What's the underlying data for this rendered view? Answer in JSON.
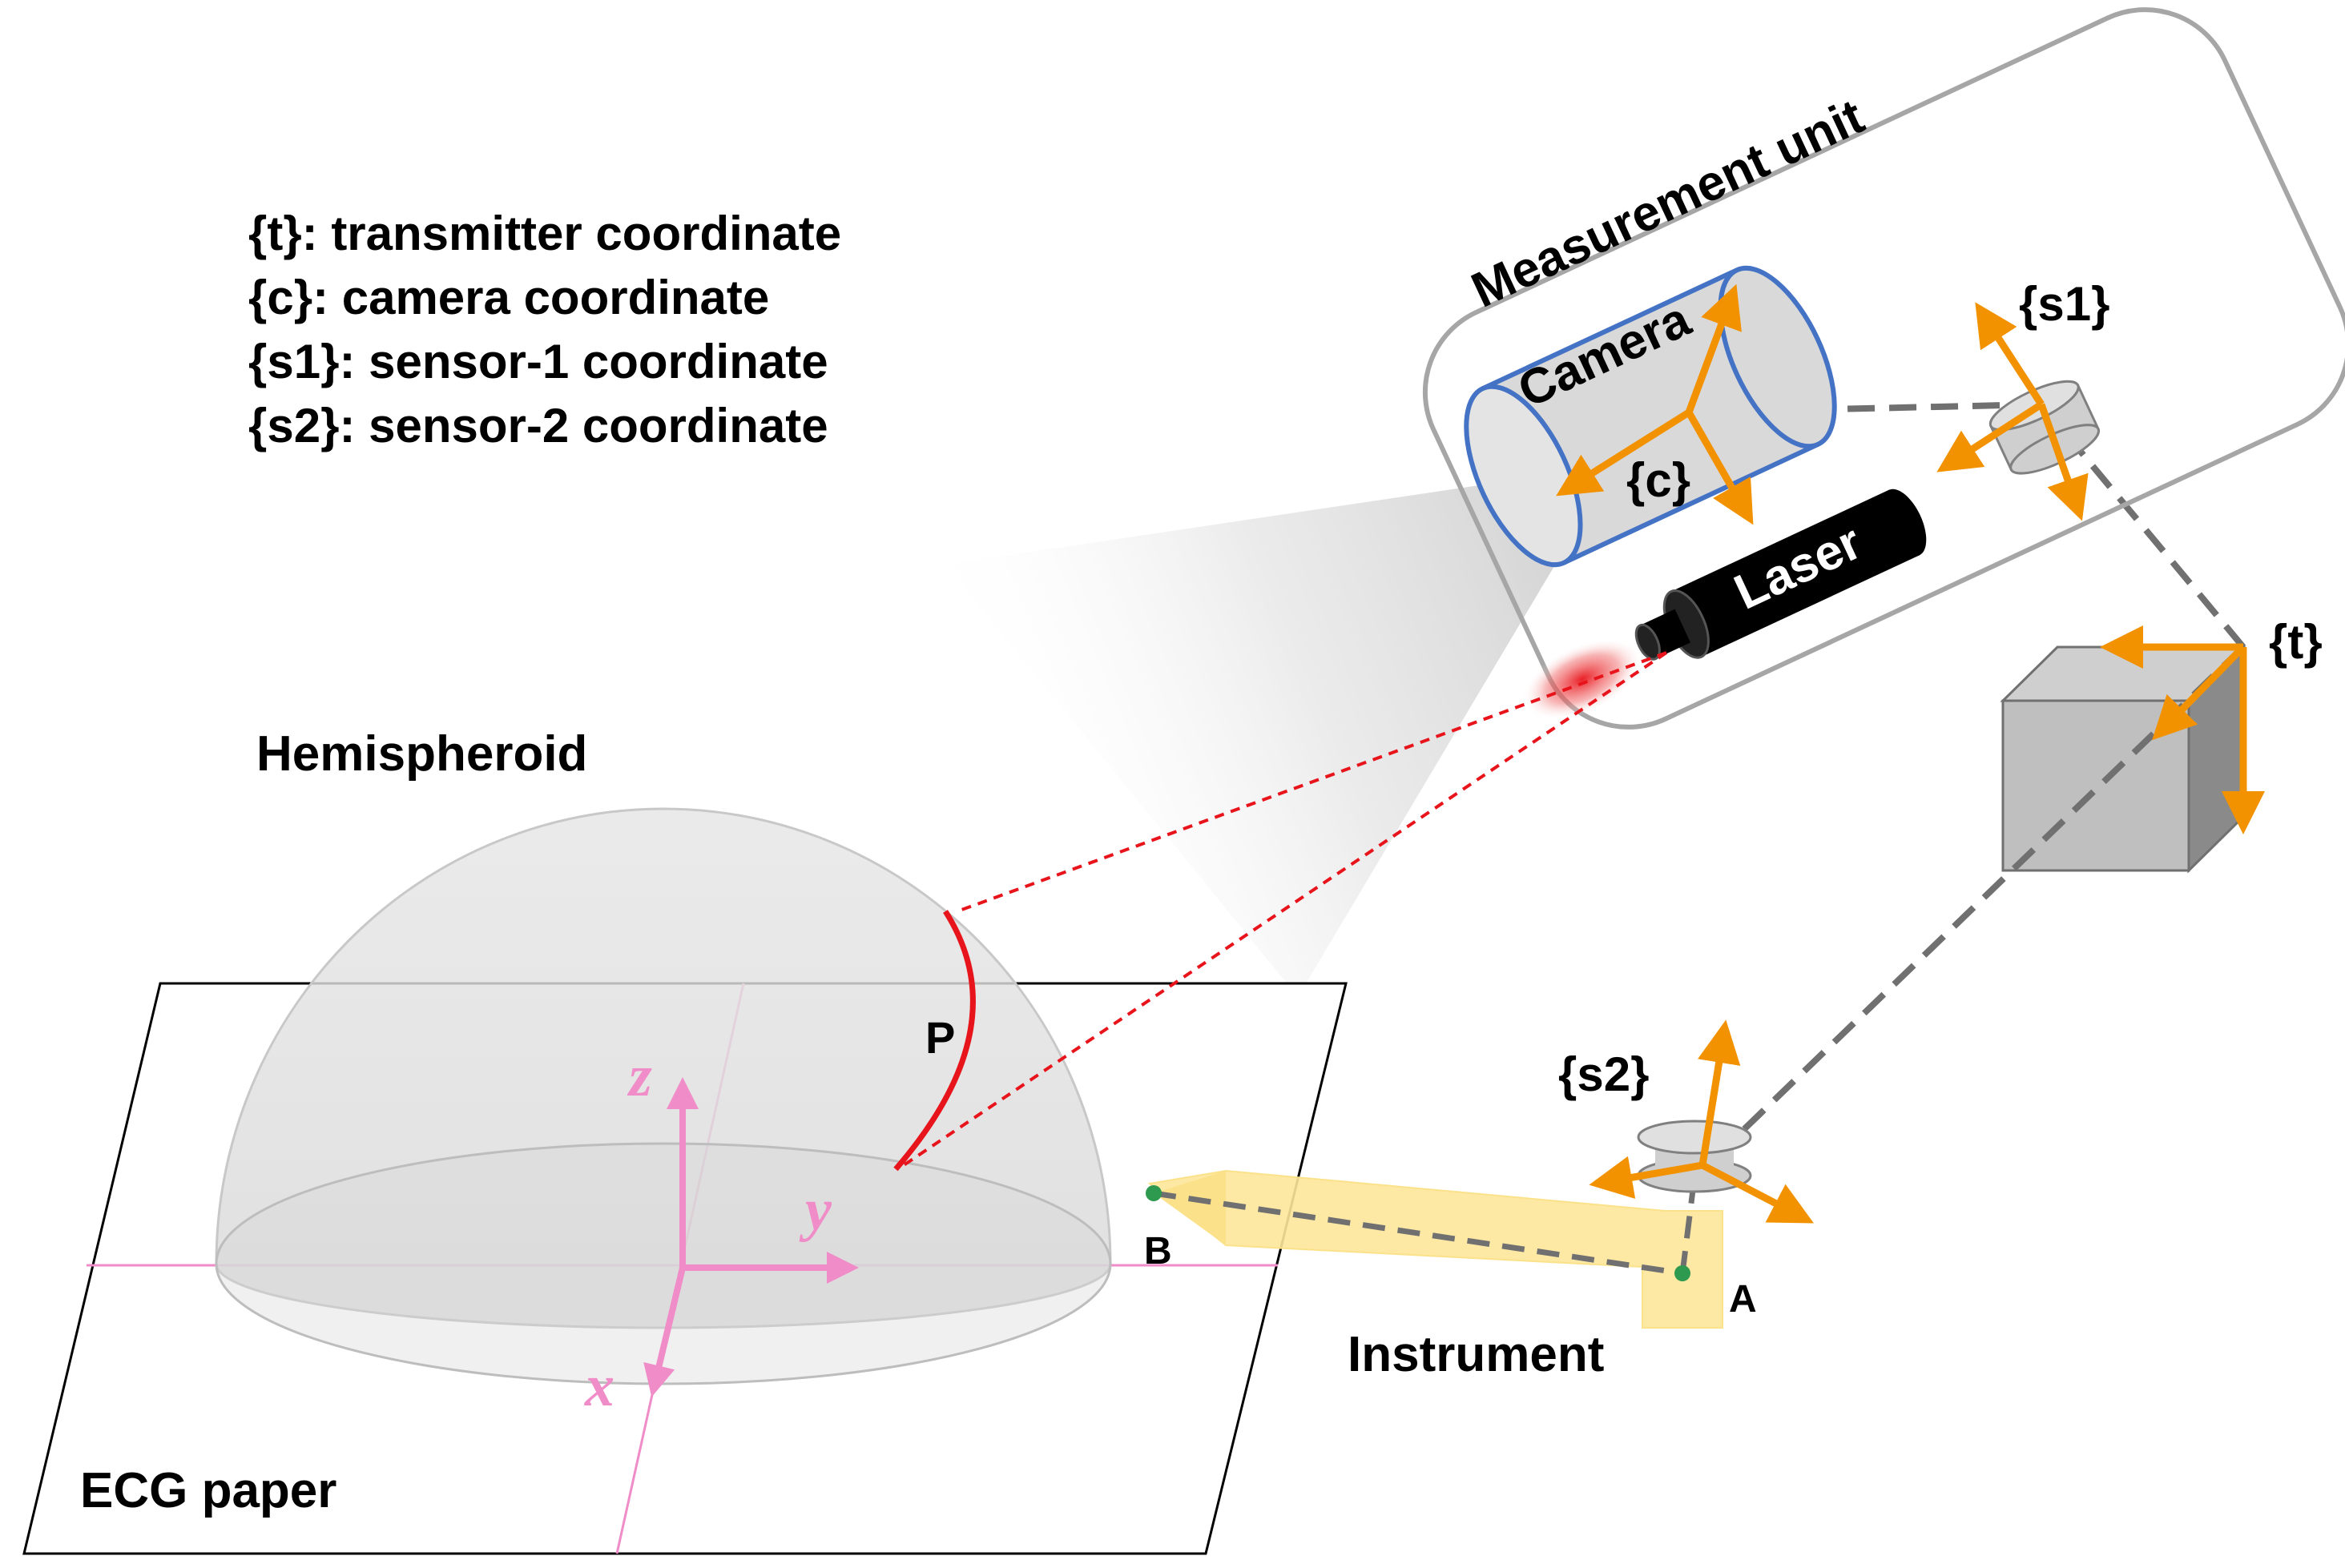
{
  "legend": {
    "items": [
      "{t}: transmitter coordinate",
      "{c}: camera coordinate",
      "{s1}: sensor-1 coordinate",
      "{s2}: sensor-2 coordinate"
    ]
  },
  "labels": {
    "measurement_unit": "Measurement unit",
    "camera": "Camera",
    "camera_frame": "{c}",
    "laser": "Laser",
    "sensor1_frame": "{s1}",
    "sensor2_frame": "{s2}",
    "transmitter_frame": "{t}",
    "hemispheroid": "Hemispheroid",
    "point_p": "P",
    "point_a": "A",
    "point_b": "B",
    "instrument": "Instrument",
    "ecg_paper": "ECG paper",
    "axis_x": "x",
    "axis_y": "y",
    "axis_z": "z"
  },
  "colors": {
    "orange_axes": "#f39200",
    "pink_axes": "#f08cc8",
    "laser_red": "#e8141b",
    "camera_blue": "#4472c4",
    "instrument_fill": "#fde59a",
    "grey_dash": "#707070",
    "box_grey": "#bfbfbf"
  }
}
